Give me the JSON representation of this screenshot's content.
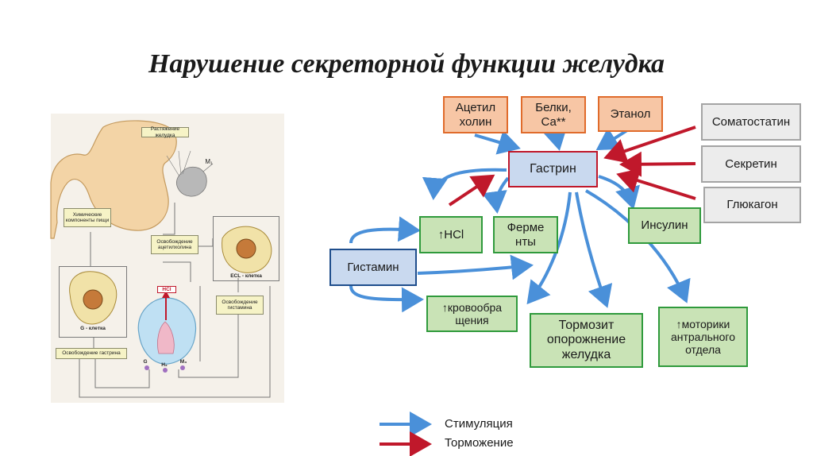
{
  "title": "Нарушение секреторной функции желудка",
  "nodes": {
    "acetylcholine": "Ацетил холин",
    "proteins": "Белки, Са**",
    "ethanol": "Этанол",
    "somatostatin": "Соматостатин",
    "secretin": "Секретин",
    "glucagon": "Глюкагон",
    "gastrin": "Гастрин",
    "histamine": "Гистамин",
    "hcl": "↑HCl",
    "enzymes": "Ферме нты",
    "insulin": "Инсулин",
    "blood_flow": "↑кровообра щения",
    "emptying": "Тормозит опорожнение желудка",
    "motility": "↑моторики антрального отдела"
  },
  "legend": {
    "stimulation": "Стимуляция",
    "inhibition": "Торможение"
  },
  "illustration": {
    "stretch": "Растяжение желудка",
    "m1": "M₁",
    "chemical": "Химические компоненты пищи",
    "ach_release": "Освобождение ацетилхолина",
    "ecl_cell": "ECL - клетка",
    "histamine_release": "Освобождение гистамина",
    "g_cell": "G - клетка",
    "gastrin_release": "Освобождение гастрина",
    "hcl": "HCl",
    "g": "G",
    "h2": "H₂",
    "m3": "M₃"
  },
  "colors": {
    "stimulation": "#4a90d9",
    "inhibition": "#c0182b"
  }
}
